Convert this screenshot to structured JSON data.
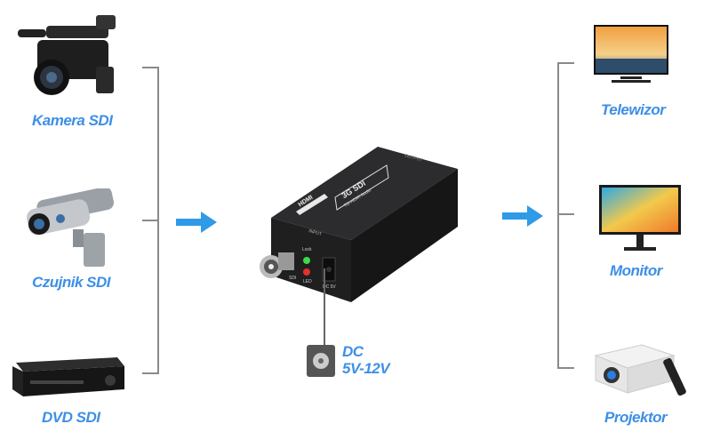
{
  "sources": [
    {
      "label": "Kamera SDI",
      "icon": "camcorder-icon"
    },
    {
      "label": "Czujnik SDI",
      "icon": "security-camera-icon"
    },
    {
      "label": "DVD SDI",
      "icon": "dvd-recorder-icon"
    }
  ],
  "outputs": [
    {
      "label": "Telewizor",
      "icon": "tv-icon"
    },
    {
      "label": "Monitor",
      "icon": "monitor-icon"
    },
    {
      "label": "Projektor",
      "icon": "projector-icon"
    }
  ],
  "device": {
    "brand": "HDMI",
    "model_line1": "3G SDI",
    "model_line2": "TO HDMI Audio",
    "input_label": "INPUT",
    "output_label": "OUTPUT",
    "lock_label": "Lock",
    "sdi_label": "SDI",
    "led_label": "LED",
    "dc_port_label": "DC 5V"
  },
  "power": {
    "line1": "DC",
    "line2": "5V-12V"
  },
  "colors": {
    "accent": "#3d8fe6",
    "arrow": "#2f9be6",
    "bracket": "#8a8a8a"
  }
}
